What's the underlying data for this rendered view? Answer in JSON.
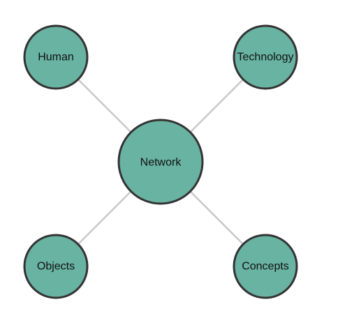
{
  "diagram": {
    "fill_color": "#69b3a2",
    "stroke_color": "#333333",
    "edge_color": "#c8c8c8",
    "nodes": {
      "network": {
        "label": "Network"
      },
      "human": {
        "label": "Human"
      },
      "technology": {
        "label": "Technology"
      },
      "objects": {
        "label": "Objects"
      },
      "concepts": {
        "label": "Concepts"
      }
    },
    "edges": [
      {
        "from": "network",
        "to": "human"
      },
      {
        "from": "network",
        "to": "technology"
      },
      {
        "from": "network",
        "to": "objects"
      },
      {
        "from": "network",
        "to": "concepts"
      }
    ]
  }
}
